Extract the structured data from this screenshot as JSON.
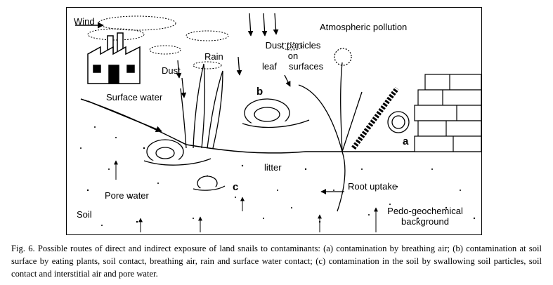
{
  "labels": {
    "wind": "Wind",
    "atmospheric_pollution": "Atmospheric pollution",
    "dust_particles_line1": "Dust particles",
    "dust_particles_line2": "on",
    "leaf": "leaf",
    "surfaces": "surfaces",
    "rain": "Rain",
    "dust": "Dust",
    "surface_water": "Surface water",
    "b": "b",
    "a": "a",
    "c": "c",
    "litter": "litter",
    "pore_water": "Pore water",
    "root_uptake": "Root uptake",
    "soil": "Soil",
    "pedo_line1": "Pedo-geochemical",
    "pedo_line2": "background"
  },
  "caption": "Fig. 6. Possible routes of direct and indirect exposure of land snails to contaminants: (a) contamination by breathing air; (b) contamination at soil surface by eating plants, soil contact, breathing air, rain and surface water contact; (c) contamination in the soil by swallowing soil particles, soil contact and interstitial air and pore water."
}
